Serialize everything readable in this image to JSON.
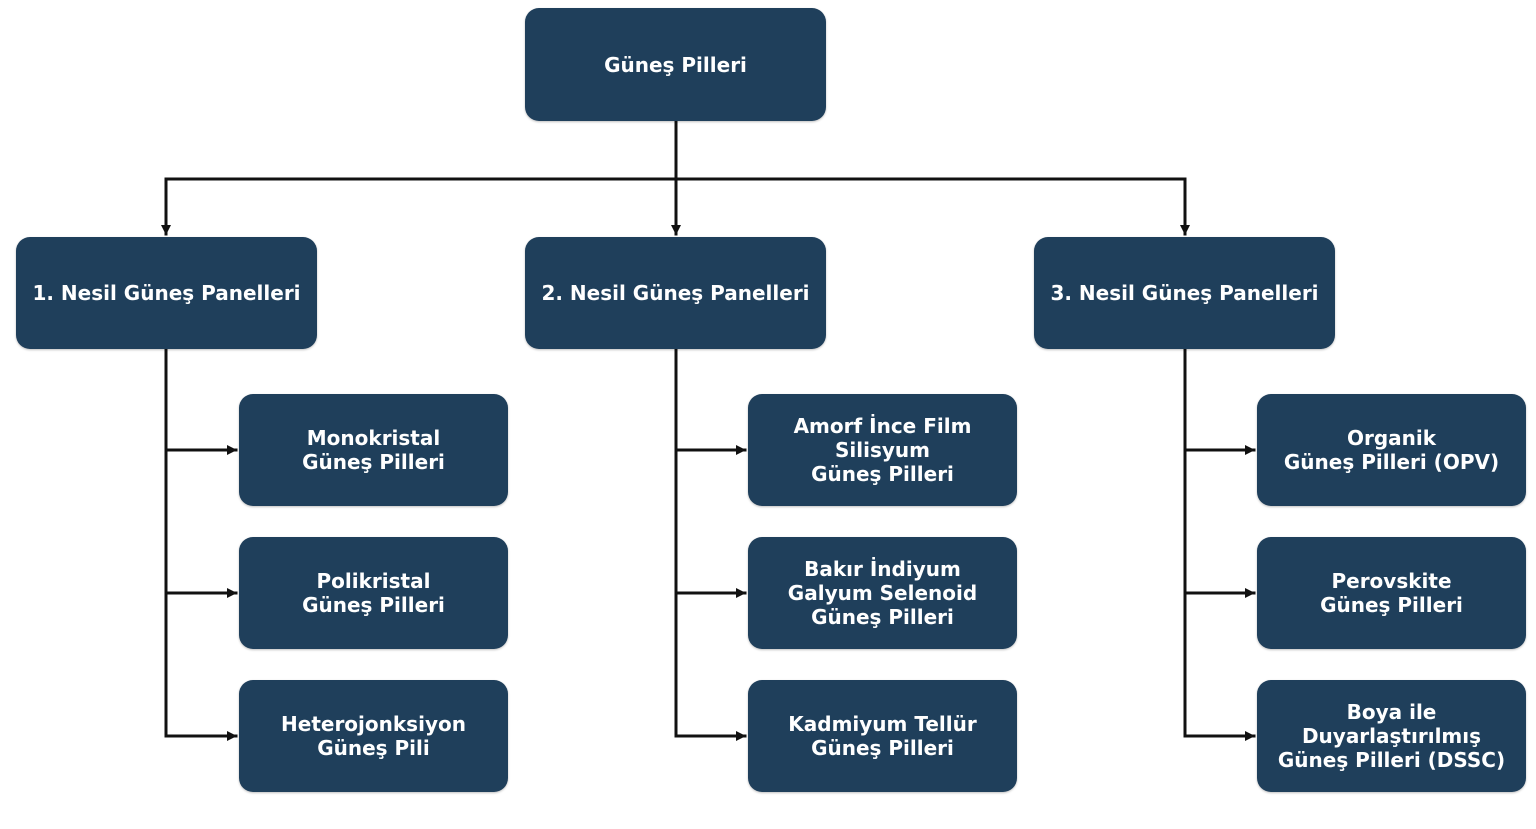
{
  "root": {
    "label": "Güneş Pilleri"
  },
  "generations": [
    {
      "label": "1. Nesil Güneş Panelleri",
      "children": [
        {
          "label": "Monokristal\nGüneş Pilleri"
        },
        {
          "label": "Polikristal\nGüneş Pilleri"
        },
        {
          "label": "Heterojonksiyon\nGüneş Pili"
        }
      ]
    },
    {
      "label": "2. Nesil Güneş Panelleri",
      "children": [
        {
          "label": "Amorf İnce Film\nSilisyum\nGüneş Pilleri"
        },
        {
          "label": "Bakır İndiyum\nGalyum Selenoid\nGüneş Pilleri"
        },
        {
          "label": "Kadmiyum Tellür\nGüneş Pilleri"
        }
      ]
    },
    {
      "label": "3. Nesil Güneş Panelleri",
      "children": [
        {
          "label": "Organik\nGüneş Pilleri (OPV)"
        },
        {
          "label": "Perovskite\nGüneş Pilleri"
        },
        {
          "label": "Boya ile\nDuyarlaştırılmış\nGüneş Pilleri (DSSC)"
        }
      ]
    }
  ],
  "colors": {
    "node_fill": "#1f3f5b",
    "node_text": "#ffffff",
    "connector": "#111111"
  }
}
